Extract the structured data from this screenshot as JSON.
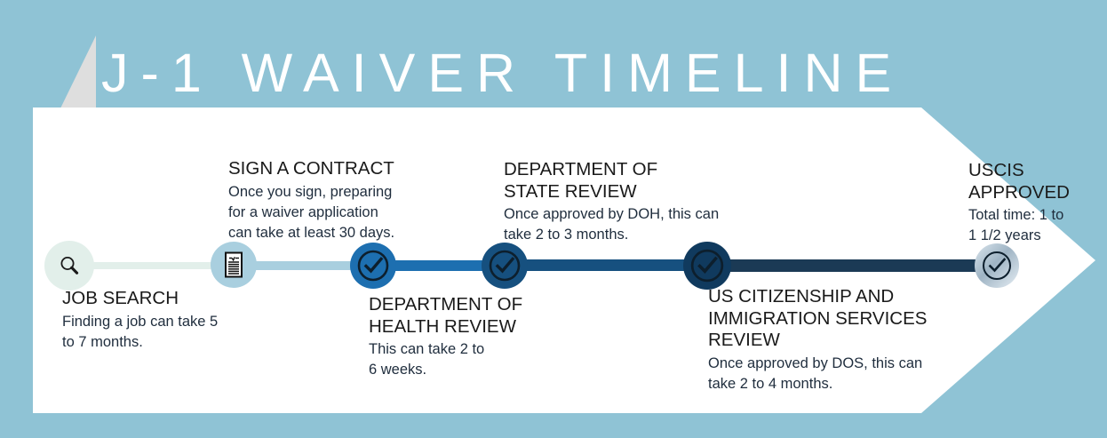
{
  "header": {
    "title": "J-1 WAIVER TIMELINE",
    "banner_color": "#8fc3d5",
    "fold_color": "#dedede",
    "title_color": "#ffffff"
  },
  "panel": {
    "background": "#ffffff"
  },
  "timeline": {
    "segments": [
      {
        "name": "segment-search-to-contract",
        "color": "#e2efea",
        "thickness": 8
      },
      {
        "name": "segment-contract-to-health",
        "color": "#a9cfdf",
        "thickness": 10
      },
      {
        "name": "segment-health-to-state",
        "color": "#1d6fb0",
        "thickness": 12
      },
      {
        "name": "segment-state-to-uscis",
        "color": "#16507f",
        "thickness": 13
      },
      {
        "name": "segment-uscis-to-approved",
        "color": "#1b3а55",
        "thickness": 14
      }
    ],
    "nodes": [
      {
        "id": "job-search",
        "icon": "search-icon",
        "circle_color": "#e2efea",
        "icon_color": "#1a1a1a",
        "label": "JOB SEARCH",
        "description": "Finding a job can take 5\nto 7 months.",
        "position": "below"
      },
      {
        "id": "sign-a-contract",
        "icon": "document-icon",
        "circle_color": "#a9cfdf",
        "icon_color": "#1a1a1a",
        "label": "SIGN A CONTRACT",
        "description": "Once you sign, preparing\nfor a waiver  application\ncan take at least 30 days.",
        "position": "above"
      },
      {
        "id": "department-of-health-review",
        "icon": "check-circle-icon",
        "circle_color": "#1d6fb0",
        "icon_color": "#0d1f2d",
        "label": "DEPARTMENT OF\nHEALTH REVIEW",
        "description": "This can take 2 to\n6 weeks.",
        "position": "below"
      },
      {
        "id": "department-of-state-review",
        "icon": "check-circle-icon",
        "circle_color": "#16507f",
        "icon_color": "#0d1f2d",
        "label": "DEPARTMENT OF\nSTATE REVIEW",
        "description": "Once approved by DOH, this can\ntake 2 to 3 months.",
        "position": "above"
      },
      {
        "id": "us-citizenship-and-immigration-services-review",
        "icon": "check-circle-icon",
        "circle_color": "#103a5e",
        "icon_color": "#0d1f2d",
        "label": "US CITIZENSHIP AND\nIMMIGRATION SERVICES\nREVIEW",
        "description": "Once approved by DOS, this can\ntake 2 to 4 months.",
        "position": "below"
      },
      {
        "id": "uscis-approved",
        "icon": "check-circle-icon",
        "circle_color": "#c3d3dd",
        "icon_color": "#0d1f2d",
        "label": "USCIS\nAPPROVED",
        "description": "Total time: 1 to\n1 1/2 years",
        "position": "above"
      }
    ]
  }
}
